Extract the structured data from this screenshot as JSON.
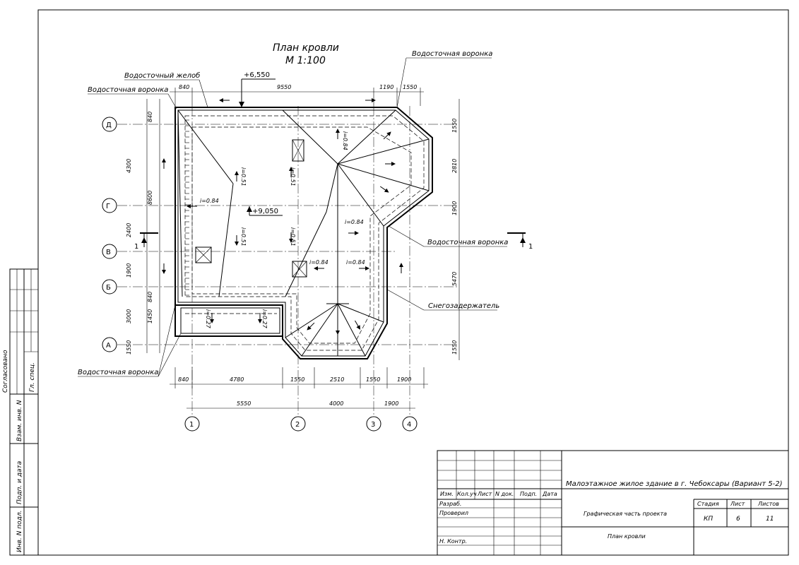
{
  "drawing": {
    "title": "План кровли",
    "scale": "М 1:100",
    "elev_top": "+6,550",
    "elev_ridge": "+9,050",
    "section_mark": "1",
    "callouts": {
      "gutter": "Водосточный желоб",
      "funnel_top_left": "Водосточная воронка",
      "funnel_top_right": "Водосточная воронка",
      "funnel_right": "Водосточная воронка",
      "funnel_bottom_left": "Водосточная воронка",
      "snow_guard": "Снегозадержатель"
    },
    "axes_rows": [
      "Д",
      "Г",
      "В",
      "Б",
      "А"
    ],
    "axes_cols": [
      "1",
      "2",
      "3",
      "4"
    ],
    "dims_top": [
      "840",
      "9550",
      "1190",
      "1550"
    ],
    "dims_bottom_1": [
      "840",
      "4780",
      "1550",
      "2510",
      "1550",
      "1900"
    ],
    "dims_bottom_2": [
      "5550",
      "4000",
      "1900"
    ],
    "dims_left_outer": [
      "840",
      "8600",
      "3000",
      "1550"
    ],
    "dims_left_inner": [
      "4300",
      "2400",
      "1900",
      "840",
      "1450"
    ],
    "dims_right": [
      "1550",
      "2810",
      "1900",
      "5470",
      "1550"
    ],
    "slopes": {
      "i084_left": "i=0.84",
      "i051_a": "i=0.51",
      "i051_b": "i=0.51",
      "i051_c": "i=0.51",
      "i051_d": "i=0.51",
      "i084_rot": "i=0.84",
      "i084_right": "i=0.84",
      "i084_mid": "i=0.84",
      "i084_mid2": "i=0.84",
      "i027_a": "i=0.27",
      "i027_b": "i=0.27"
    }
  },
  "sidebar": {
    "agreed": "Согласовано",
    "chief_spec": "Гл. спец.",
    "inv_replaced": "Взам. инв. N",
    "sign_date": "Подп. и дата",
    "inv_orig": "Инв. N подл."
  },
  "title_block": {
    "project": "Малоэтажное жилое здание в г. Чебоксары (Вариант 5-2)",
    "part": "Графическая часть проекта",
    "sheet_name": "План кровли",
    "headers": {
      "izm": "Изм.",
      "kol": "Кол.уч",
      "list": "Лист",
      "doc": "N док.",
      "sign": "Подп.",
      "date": "Дата"
    },
    "roles": {
      "dev": "Разраб.",
      "check": "Проверил",
      "norm": "Н. Контр."
    },
    "stage_label": "Стадия",
    "sheet_label": "Лист",
    "sheets_label": "Листов",
    "stage": "КП",
    "sheet": "6",
    "sheets": "11"
  }
}
